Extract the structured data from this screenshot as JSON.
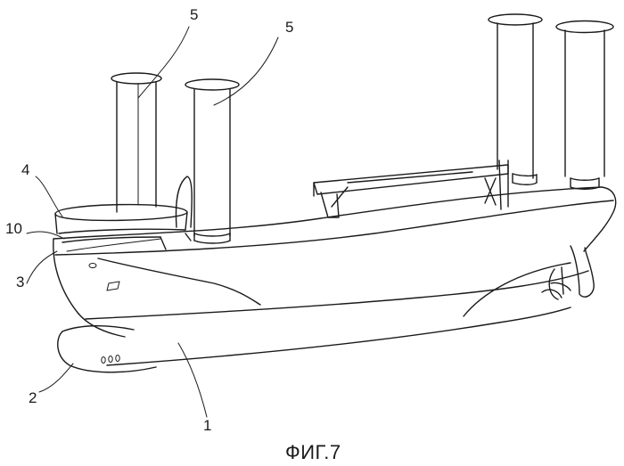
{
  "figure": {
    "caption": "ФИГ.7",
    "labels": {
      "hull": "1",
      "bulb": "2",
      "bow_deck": "3",
      "bow_rotor": "4",
      "rotor_front_left": "5",
      "rotor_front_right": "5",
      "bow_element": "10"
    }
  },
  "colors": {
    "stroke": "#1a1a1a",
    "background": "#ffffff"
  }
}
